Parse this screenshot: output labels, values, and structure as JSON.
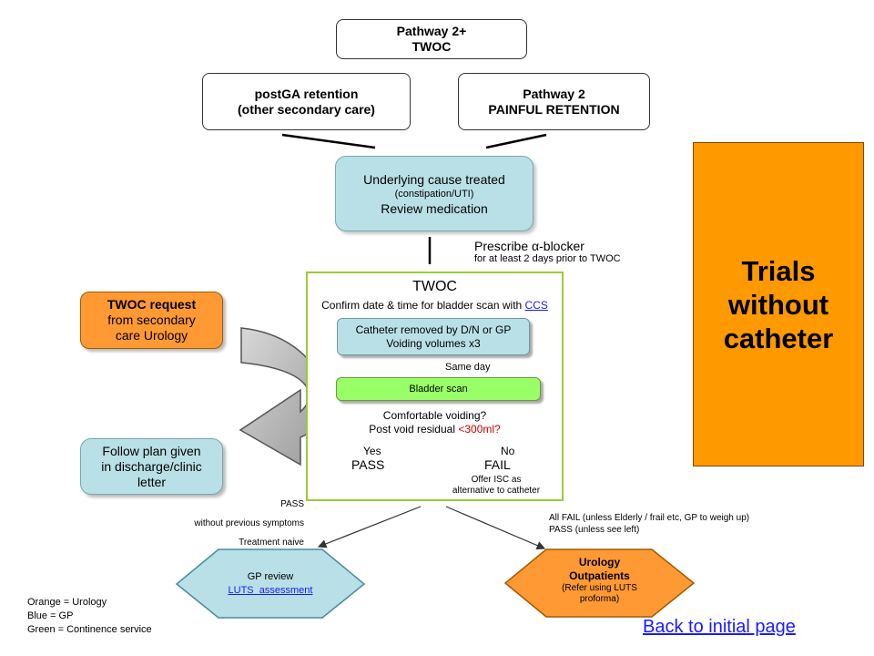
{
  "top_box": {
    "line1": "Pathway 2+",
    "line2": "TWOC"
  },
  "postga_box": {
    "line1": "postGA retention",
    "line2": "(other   secondary care)"
  },
  "pathway2_box": {
    "line1": "Pathway 2",
    "line2": "PAINFUL RETENTION"
  },
  "cause_box": {
    "line1": "Underlying cause treated",
    "line2": "(constipation/UTI)",
    "line3": "Review medication"
  },
  "prescribe": {
    "line1": "Prescribe α-blocker",
    "line2": "for at least 2 days prior to TWOC"
  },
  "title_box": {
    "line1": "Trials",
    "line2": "without",
    "line3": "catheter"
  },
  "twoc": {
    "title": "TWOC",
    "confirm_text": "Confirm date & time for bladder scan with ",
    "confirm_link": "CCS",
    "catheter_box": {
      "line1": "Catheter removed by D/N or GP",
      "line2": "Voiding volumes x3"
    },
    "same_day": "Same day",
    "bladder_scan": "Bladder scan",
    "comfortable": "Comfortable voiding?",
    "residual_prefix": "Post void residual ",
    "residual_value": "<300ml?",
    "yes": "Yes",
    "no": "No",
    "pass": "PASS",
    "fail": "FAIL",
    "offer1": "Offer ISC as",
    "offer2": "alternative to catheter"
  },
  "twoc_request": {
    "line1": "TWOC request",
    "line2": "from secondary",
    "line3": "care Urology"
  },
  "follow_plan": {
    "line1": "Follow plan given",
    "line2": "in discharge/clinic",
    "line3": "letter"
  },
  "pass_notes": {
    "line1": "PASS",
    "line2": "without previous symptoms",
    "line3": "Treatment naive"
  },
  "fail_notes": {
    "line1": "All FAIL (unless Elderly / frail etc, GP to weigh up)",
    "line2": "PASS (unless see left)"
  },
  "gp_review": {
    "title": "GP review",
    "link": "LUTS  assessment"
  },
  "urology_op": {
    "line1": "Urology",
    "line2": "Outpatients",
    "line3": "(Refer using LUTS",
    "line4": "proforma)"
  },
  "legend": {
    "orange": "Orange = Urology",
    "blue": "Blue = GP",
    "green": "Green = Continence service"
  },
  "back_link": "Back to initial page",
  "colors": {
    "orange": "#ff9900",
    "teal": "#b9e0e6",
    "green_frame": "#99cc33",
    "scan_green": "#99ff66",
    "link": "#1a1aff",
    "residual_red": "#cc0000"
  }
}
